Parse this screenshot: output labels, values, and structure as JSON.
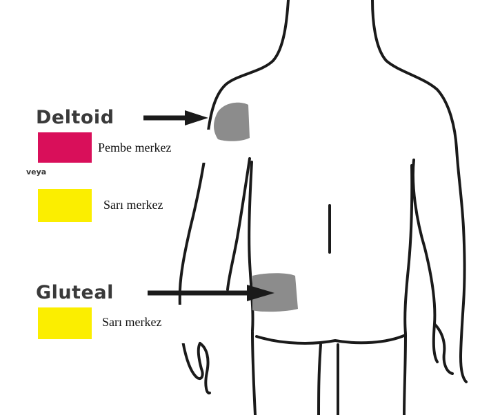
{
  "labels": {
    "deltoid": "Deltoid",
    "gluteal": "Gluteal",
    "or": "veya",
    "pink_center": "Pembe merkez",
    "yellow_center_1": "Sarı merkez",
    "yellow_center_2": "Sarı merkez"
  },
  "colors": {
    "pink": "#d90f5a",
    "yellow": "#fbee00",
    "injection_area": "#8c8c8c",
    "outline": "#1a1a1a"
  }
}
